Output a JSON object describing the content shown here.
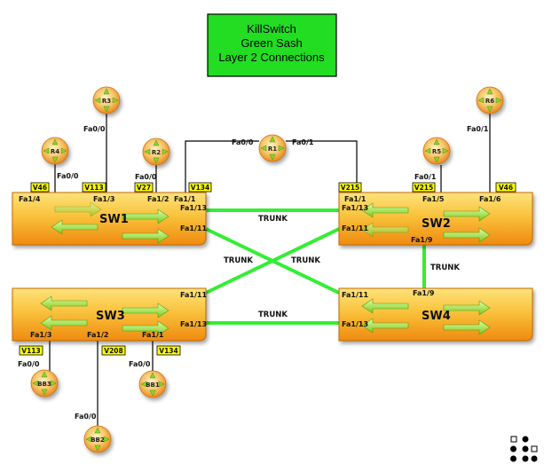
{
  "title": {
    "lines": [
      "KillSwitch",
      "Green Sash",
      "Layer 2 Connections"
    ]
  },
  "colors": {
    "title_box": "#22dd22",
    "switch_orange": "#f6a21a",
    "switch_yellow": "#fde27a",
    "trunk_green": "#33ee33",
    "vlan_badge": "#ffff00",
    "router_orange": "#f3a23a"
  },
  "switches": {
    "sw1": "SW1",
    "sw2": "SW2",
    "sw3": "SW3",
    "sw4": "SW4"
  },
  "routers": {
    "r1": "R1",
    "r2": "R2",
    "r3": "R3",
    "r4": "R4",
    "r5": "R5",
    "r6": "R6",
    "bb1": "BB1",
    "bb2": "BB2",
    "bb3": "BB3"
  },
  "vlans": {
    "r4": "V46",
    "r3": "V113",
    "r2": "V27",
    "r1_sw1": "V134",
    "r1_sw2": "V215",
    "r5": "V215",
    "r6": "V46",
    "bb3": "V113",
    "bb2": "V208",
    "bb1": "V134"
  },
  "ports": {
    "r3_fa": "Fa0/0",
    "r4_fa": "Fa0/0",
    "r2_fa": "Fa0/0",
    "r1_left": "Fa0/0",
    "r1_right": "Fa0/1",
    "r5_fa": "Fa0/1",
    "r6_fa": "Fa0/1",
    "bb3_fa": "Fa0/0",
    "bb2_fa": "Fa0/0",
    "bb1_fa": "Fa0/0",
    "sw1_fa14": "Fa1/4",
    "sw1_fa13": "Fa1/3",
    "sw1_fa12": "Fa1/2",
    "sw1_fa11": "Fa1/1",
    "sw1_fa113": "Fa1/13",
    "sw1_fa111": "Fa1/11",
    "sw2_fa11": "Fa1/1",
    "sw2_fa15": "Fa1/5",
    "sw2_fa16": "Fa1/6",
    "sw2_fa113": "Fa1/13",
    "sw2_fa111": "Fa1/11",
    "sw2_fa19": "Fa1/9",
    "sw3_fa111": "Fa1/11",
    "sw3_fa113": "Fa1/13",
    "sw3_fa13": "Fa1/3",
    "sw3_fa12": "Fa1/2",
    "sw3_fa11": "Fa1/1",
    "sw4_fa111": "Fa1/11",
    "sw4_fa19": "Fa1/9",
    "sw4_fa113": "Fa1/13"
  },
  "trunks": {
    "sw1_sw2": "TRUNK",
    "sw2_sw4": "TRUNK",
    "cross_left": "TRUNK",
    "cross_right": "TRUNK",
    "sw3_sw4": "TRUNK"
  }
}
